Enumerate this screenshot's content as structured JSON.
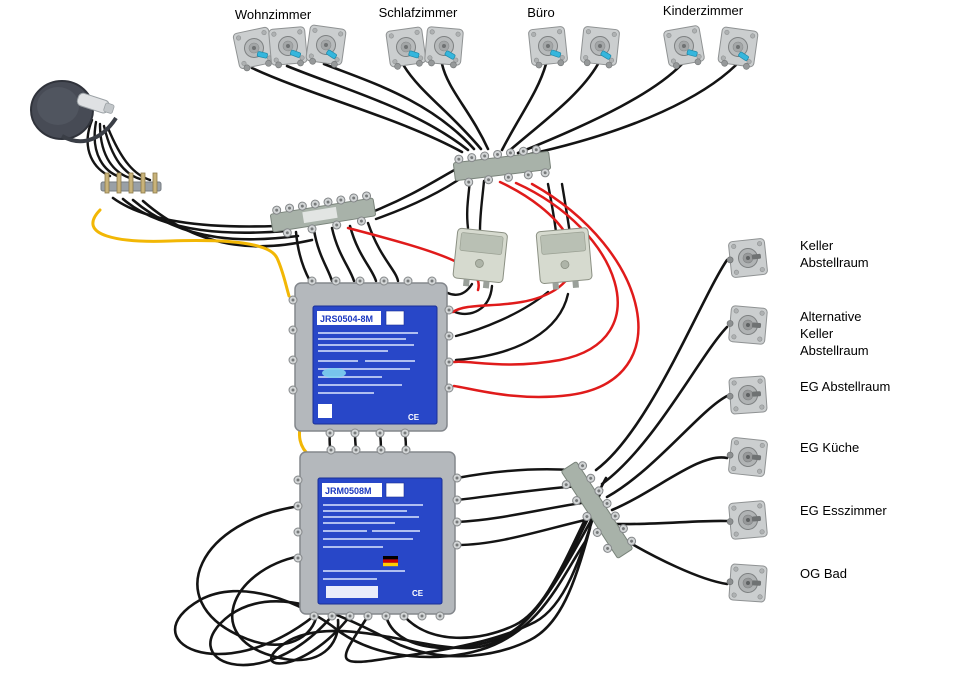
{
  "diagram": {
    "top_rooms": [
      {
        "label": "Wohnzimmer"
      },
      {
        "label": "Schlafzimmer"
      },
      {
        "label": "Büro"
      },
      {
        "label": "Kinderzimmer"
      }
    ],
    "right_rooms": [
      {
        "lines": [
          "Keller",
          "Abstellraum"
        ]
      },
      {
        "lines": [
          "Alternative",
          "Keller",
          "Abstellraum"
        ]
      },
      {
        "lines": [
          "EG Abstellraum"
        ]
      },
      {
        "lines": [
          "EG Küche"
        ]
      },
      {
        "lines": [
          "EG Esszimmer"
        ]
      },
      {
        "lines": [
          "OG Bad"
        ]
      }
    ],
    "devices": {
      "multiswitch_top": {
        "model": "JRS0504-8M",
        "ce": "CE"
      },
      "multiswitch_bottom": {
        "model": "JRM0508M",
        "ce": "CE"
      }
    },
    "colors": {
      "cable_black": "#141414",
      "cable_red": "#e01b1b",
      "cable_yellow": "#f2b705",
      "panel_blue": "#2847c8",
      "accent_cyan": "#35b6dd"
    }
  }
}
